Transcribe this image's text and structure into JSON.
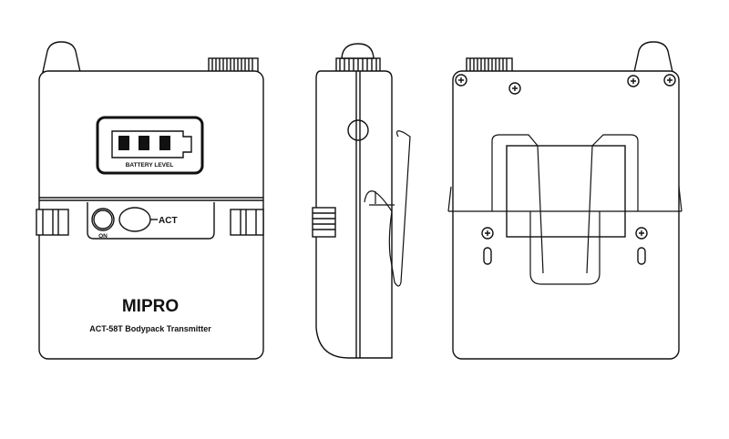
{
  "front": {
    "battery_label": "BATTERY LEVEL",
    "on_label": "ON",
    "act_label": "ACT",
    "brand": "MIPRO",
    "model_caption": "ACT-58T  Bodypack Transmitter"
  }
}
